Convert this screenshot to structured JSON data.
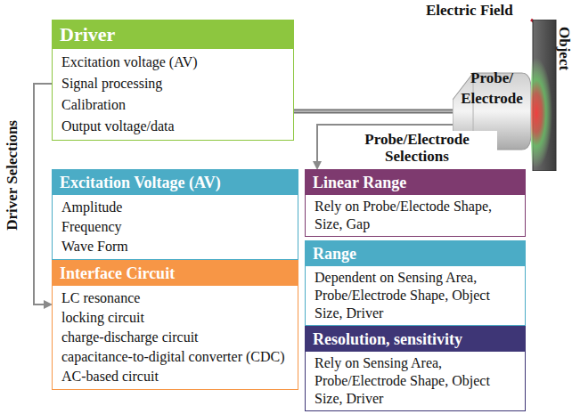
{
  "diagram": {
    "nodes": [
      {
        "text": [
          "Driver",
          "Excitation voltage (AV)",
          "Signal processing",
          "Calibration",
          "Output voltage/data"
        ]
      },
      {
        "text": [
          "Probe/ Electrode"
        ]
      },
      {
        "text": [
          "Object"
        ]
      },
      {
        "text": [
          "Excitation Voltage (AV)",
          "Amplitude",
          "Frequency",
          "Wave Form"
        ]
      },
      {
        "text": [
          "Interface Circuit",
          "LC resonance",
          "locking circuit",
          "charge-discharge circuit",
          "capacitance-to-digital converter (CDC)",
          "AC-based circuit"
        ]
      },
      {
        "text": [
          "Linear Range",
          "Rely on Probe/Electode Shape, Size, Gap"
        ]
      },
      {
        "text": [
          "Range",
          "Dependent on Sensing Area, Probe/Electrode Shape, Object Size, Driver"
        ]
      },
      {
        "text": [
          "Resolution, sensitivity",
          "Rely on Sensing Area, Probe/Electrode Shape, Object Size, Driver"
        ]
      }
    ],
    "edges": [
      {
        "from": 0,
        "to": 1,
        "arrow": "none"
      },
      {
        "from": 0,
        "to": 4,
        "label": "Driver Selections",
        "arrow": "to"
      },
      {
        "from": 1,
        "to": 5,
        "label": "Probe/Electrode Selections",
        "arrow": "to"
      }
    ],
    "labels": [
      "Electric Field"
    ]
  }
}
